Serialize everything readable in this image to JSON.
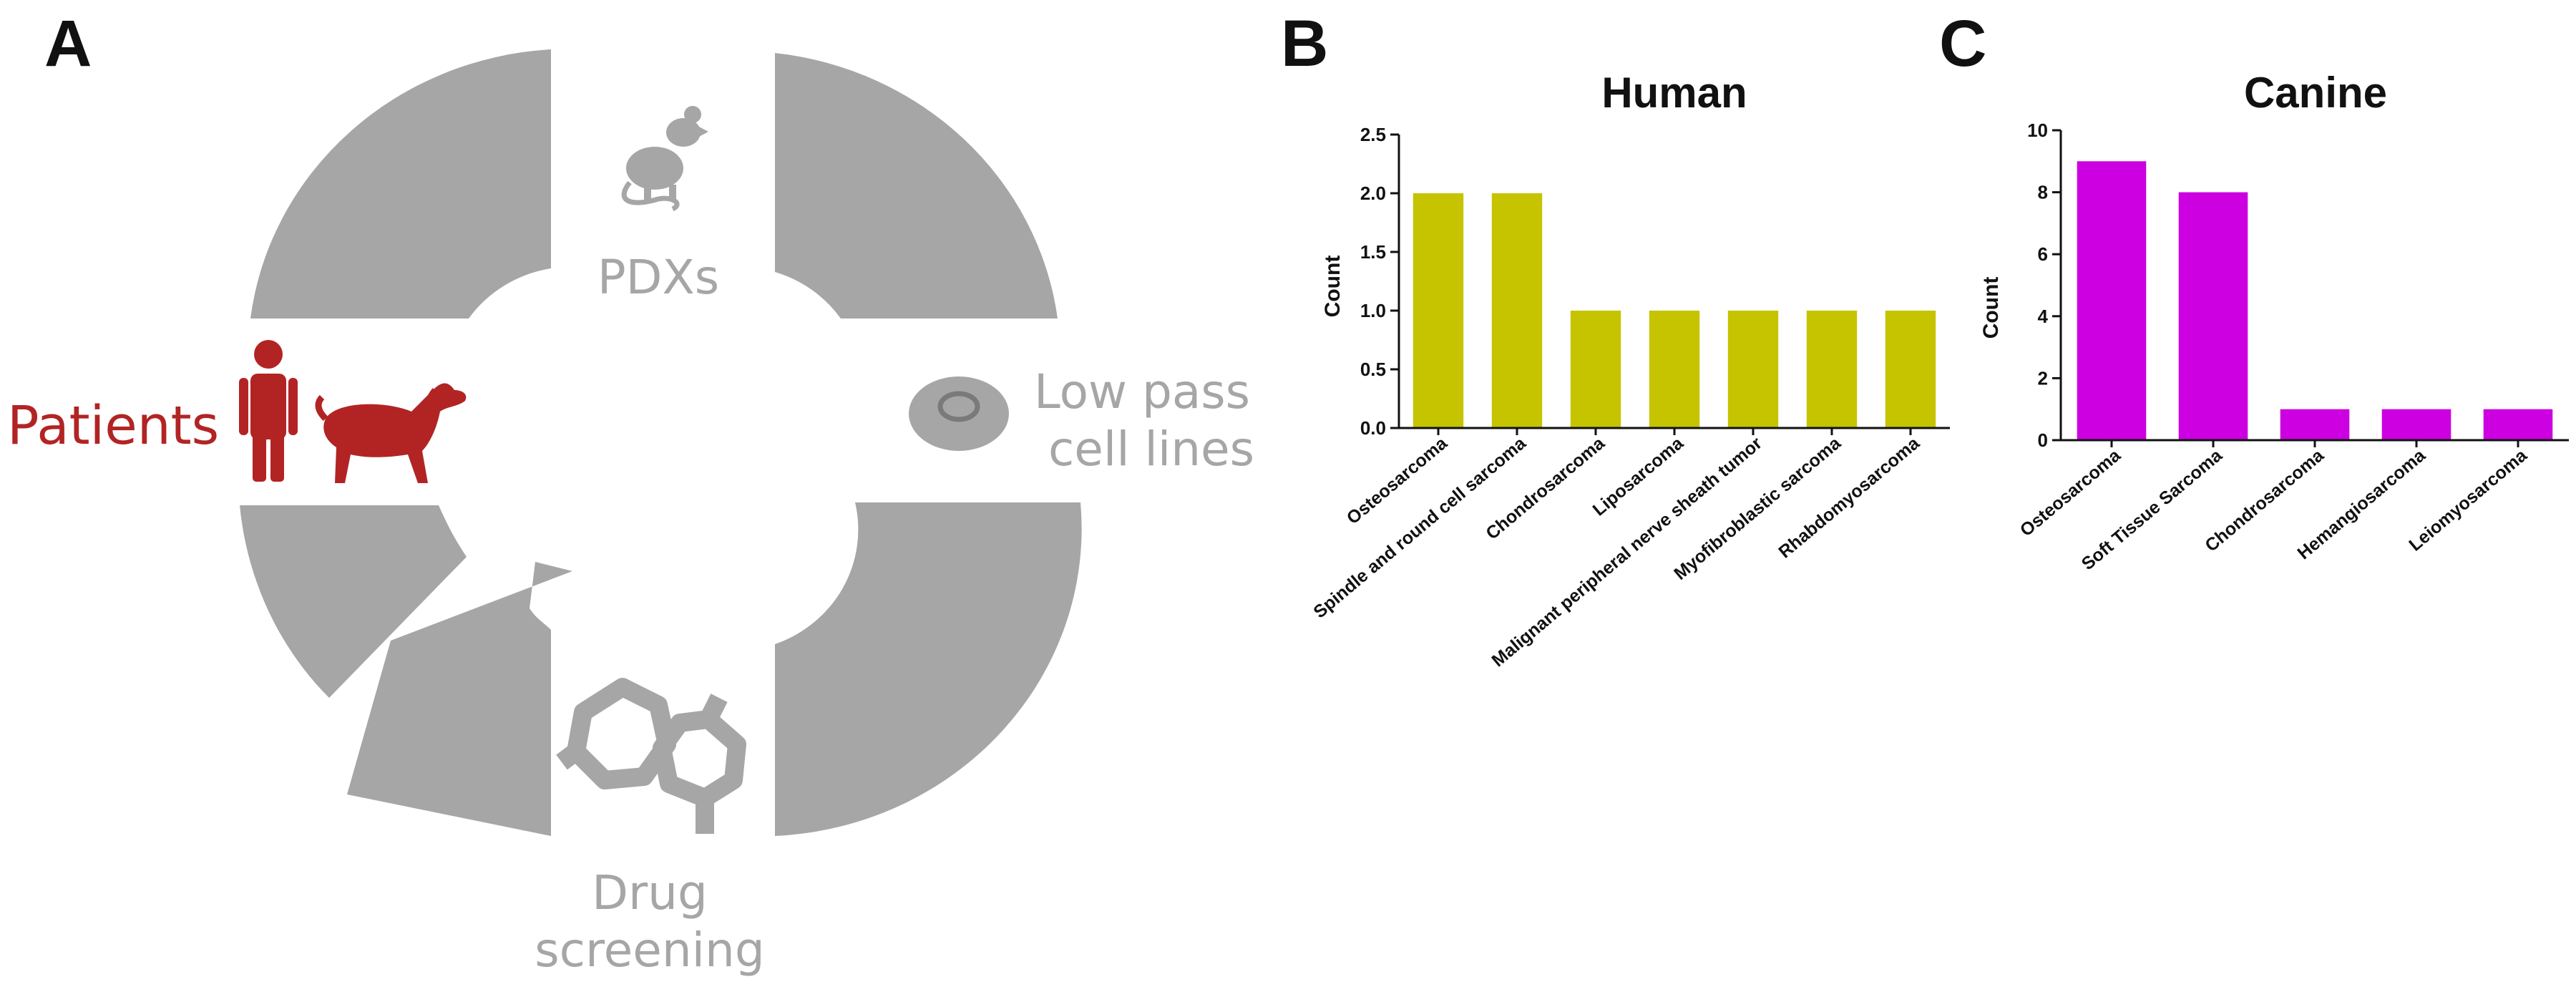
{
  "panels": {
    "a_letter": "A",
    "b_letter": "B",
    "c_letter": "C"
  },
  "cycle": {
    "pdx_label": "PDXs",
    "cell_lines_label_line1": "Low pass",
    "cell_lines_label_line2": "cell lines",
    "drug_label_line1": "Drug",
    "drug_label_line2": "screening",
    "patients_label": "Patients",
    "segment_color": "#a6a6a6",
    "patients_color": "#b22424",
    "icons": [
      "mouse-icon",
      "cell-dish-icon",
      "molecule-icon",
      "human-icon",
      "dog-icon"
    ]
  },
  "chart_data": [
    {
      "type": "bar",
      "title": "Human",
      "ylabel": "Count",
      "xlabel": "",
      "categories": [
        "Osteosarcoma",
        "Spindle and round cell sarcoma",
        "Chondrosarcoma",
        "Liposarcoma",
        "Malignant peripheral nerve sheath tumor",
        "Myofibroblastic sarcoma",
        "Rhabdomyosarcoma"
      ],
      "values": [
        2,
        2,
        1,
        1,
        1,
        1,
        1
      ],
      "ylim": [
        0,
        2.5
      ],
      "yticks": [
        "0.0",
        "0.5",
        "1.0",
        "1.5",
        "2.0",
        "2.5"
      ],
      "color": "#c6c300",
      "grid": false
    },
    {
      "type": "bar",
      "title": "Canine",
      "ylabel": "Count",
      "xlabel": "",
      "categories": [
        "Osteosarcoma",
        "Soft Tissue Sarcoma",
        "Chondrosarcoma",
        "Hemangiosarcoma",
        "Leiomyosarcoma"
      ],
      "values": [
        9,
        8,
        1,
        1,
        1
      ],
      "ylim": [
        0,
        10
      ],
      "yticks": [
        "0",
        "2",
        "4",
        "6",
        "8",
        "10"
      ],
      "color": "#cc00e0",
      "grid": false
    }
  ]
}
